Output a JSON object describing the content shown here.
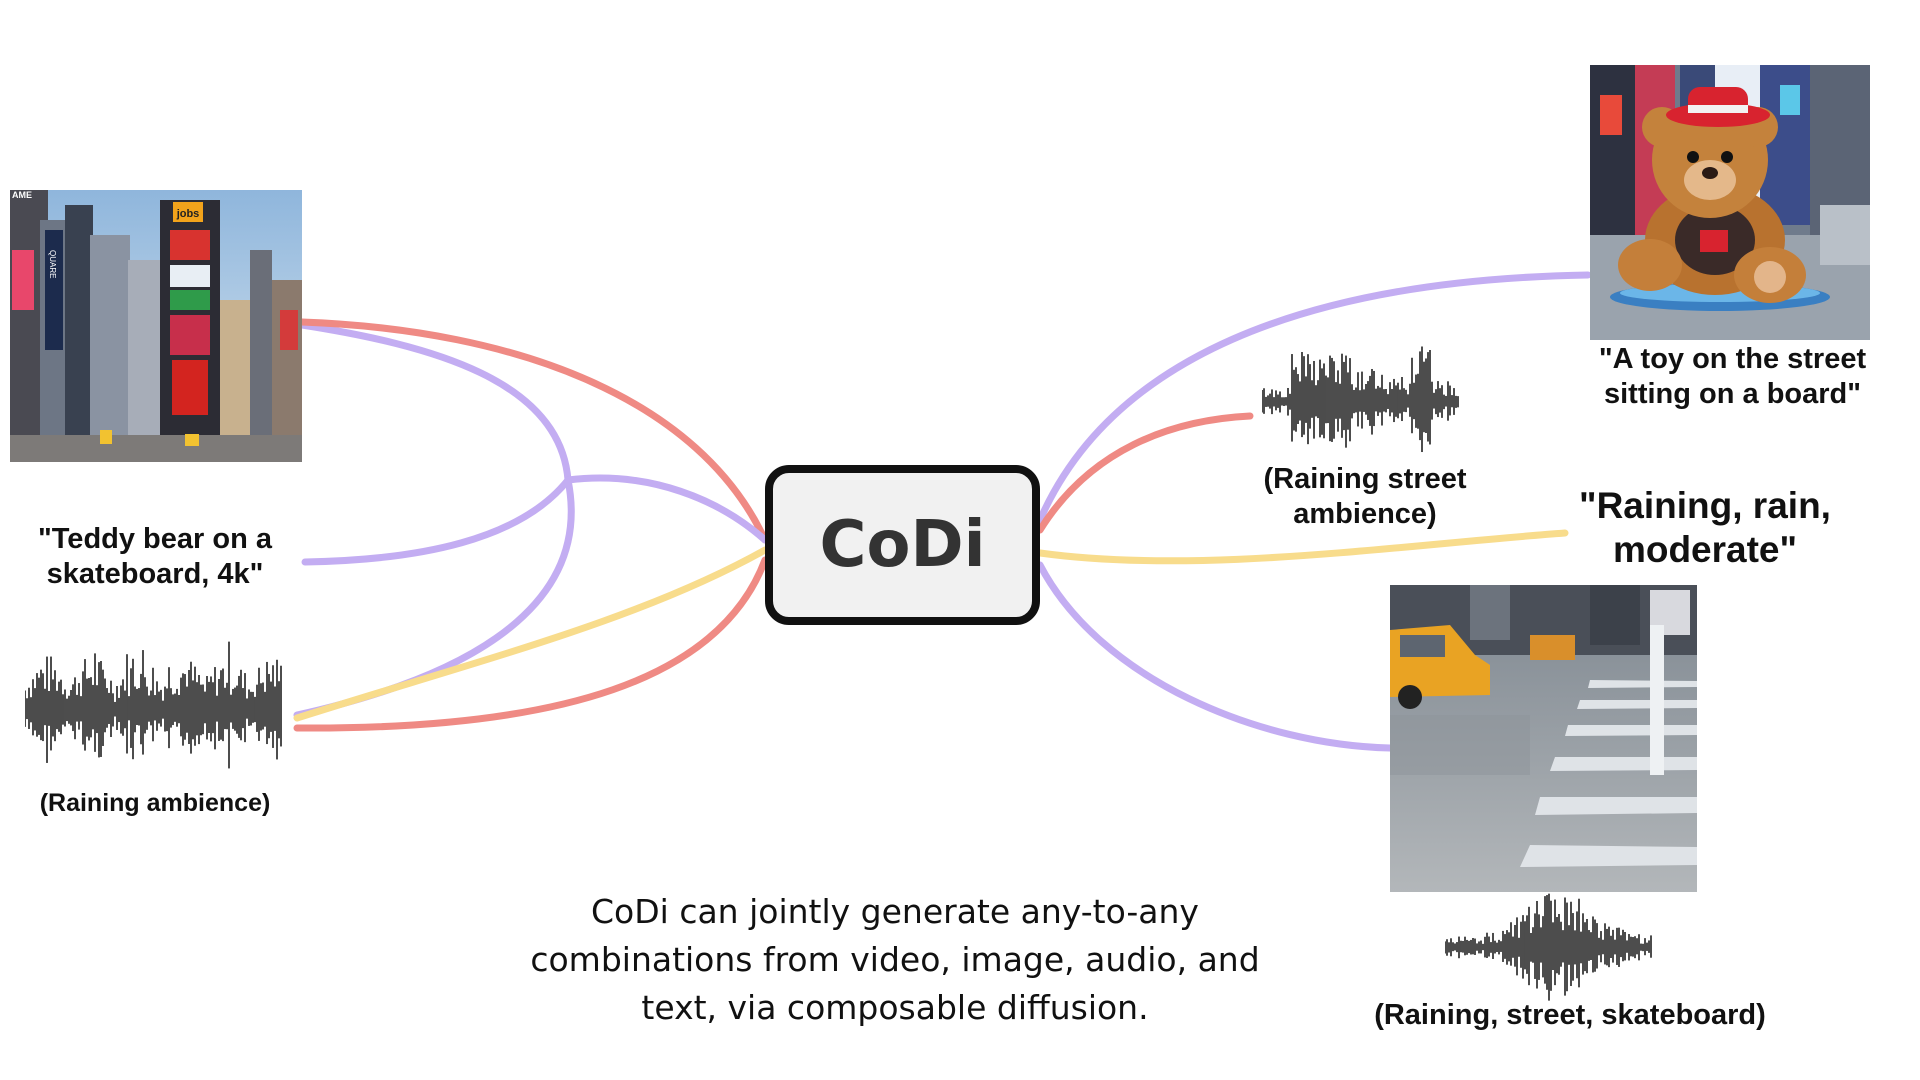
{
  "center": {
    "title": "CoDi"
  },
  "inputs": {
    "image": {
      "icon": "city-street-photo-icon",
      "signs": [
        "jobs",
        "AME",
        "QUARE"
      ]
    },
    "text": {
      "label": "\"Teddy bear on a skateboard, 4k\""
    },
    "audio": {
      "icon": "waveform-icon",
      "label": "(Raining ambience)"
    }
  },
  "outputs": {
    "image": {
      "icon": "teddy-bear-photo-icon",
      "label": "\"A toy on the street sitting on a board\""
    },
    "audio": {
      "icon": "waveform-icon",
      "label": "(Raining street ambience)"
    },
    "text": {
      "label": "\"Raining, rain, moderate\""
    },
    "video": {
      "icon": "rainy-crosswalk-video-icon"
    },
    "video_audio": {
      "icon": "waveform-icon",
      "label": "(Raining, street, skateboard)"
    }
  },
  "caption": "CoDi can jointly generate any-to-any combinations from video, image, audio, and text, via composable diffusion.",
  "colors": {
    "purple": "#c3adf2",
    "red": "#ef8a84",
    "yellow": "#f8dc8c",
    "box_border": "#111111",
    "box_fill": "#f1f1f1"
  }
}
